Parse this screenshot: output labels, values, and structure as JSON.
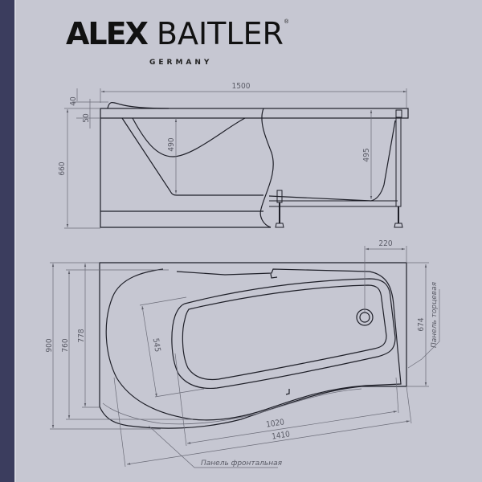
{
  "brand": {
    "name_bold": "ALEX",
    "name_light": "BAITLER",
    "registered": "®",
    "country": "GERMANY"
  },
  "colors": {
    "background": "#c6c7d2",
    "stripe": "#3b3d5e",
    "line_dark": "#1e1f28",
    "line_dim": "#6b6c78"
  },
  "side_view": {
    "length": "1500",
    "height_total": "660",
    "rim_raise": "40",
    "rim_thickness": "50",
    "depth_headrest": "490",
    "depth_drain": "495"
  },
  "top_view": {
    "width_total": "900",
    "width_760": "760",
    "width_778": "778",
    "inner_width": "545",
    "drain_offset": "220",
    "end_panel_height": "674",
    "inner_length": "1020",
    "outer_length": "1410",
    "end_panel_label": "Панель торцевая",
    "front_panel_label": "Панель фронтальная"
  }
}
